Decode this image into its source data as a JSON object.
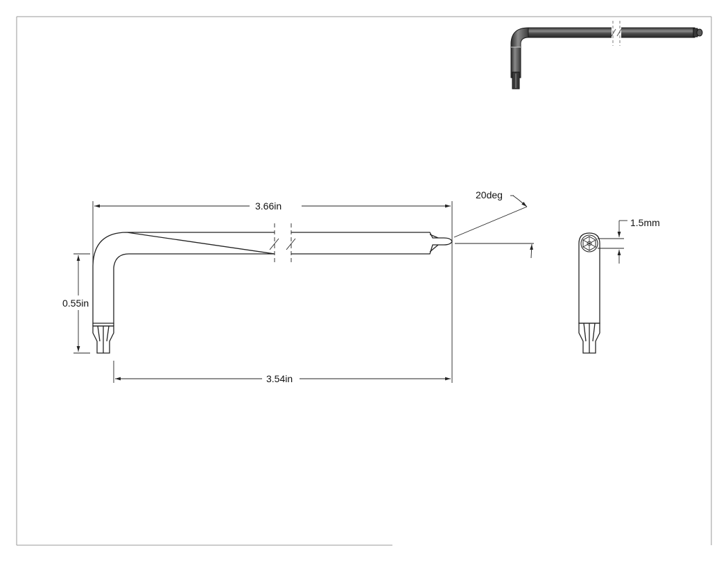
{
  "drawing": {
    "views": {
      "iso": "isometric view",
      "front": "front view",
      "end": "end view"
    },
    "dimensions": {
      "overall_length": "3.66in",
      "inner_length": "3.54in",
      "short_leg": "0.55in",
      "ball_angle": "20deg",
      "tip_width": "1.5mm"
    },
    "colors": {
      "line": "#222222",
      "shaded_body": "#4a4a4a",
      "shaded_highlight": "#8a8a8a",
      "frame": "#9a9a9a"
    }
  }
}
